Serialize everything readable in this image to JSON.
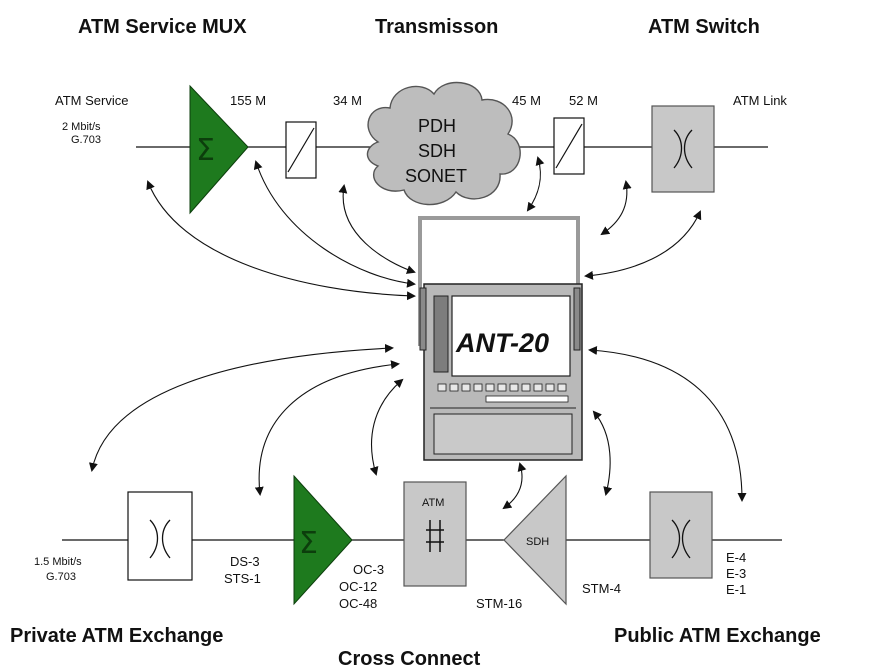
{
  "headings": {
    "atm_service_mux": "ATM Service MUX",
    "transmission": "Transmisson",
    "atm_switch": "ATM Switch",
    "private_atm_exchange": "Private ATM Exchange",
    "public_atm_exchange": "Public ATM Exchange",
    "cross_connect": "Cross Connect"
  },
  "top_labels": {
    "atm_service": "ATM Service",
    "rate_2m_line1": "2 Mbit/s",
    "rate_2m_line2": "G.703",
    "r155": "155 M",
    "r34": "34 M",
    "r45": "45 M",
    "r52": "52 M",
    "atm_link": "ATM Link"
  },
  "cloud": {
    "line1": "PDH",
    "line2": "SDH",
    "line3": "SONET"
  },
  "tester": {
    "name": "ANT-20"
  },
  "bottom_labels": {
    "rate_15_line1": "1.5 Mbit/s",
    "rate_15_line2": "G.703",
    "ds3": "DS-3",
    "sts1": "STS-1",
    "oc3": "OC-3",
    "oc12": "OC-12",
    "oc48": "OC-48",
    "atm_box": "ATM",
    "sdh": "SDH",
    "stm16": "STM-16",
    "stm4": "STM-4",
    "e4": "E-4",
    "e3": "E-3",
    "e1": "E-1"
  },
  "colors": {
    "mux_green": "#1e7a1e",
    "device_gray": "#c8c8c8",
    "cloud_gray": "#bdbdbd",
    "tester_gray": "#b9b9b9"
  }
}
